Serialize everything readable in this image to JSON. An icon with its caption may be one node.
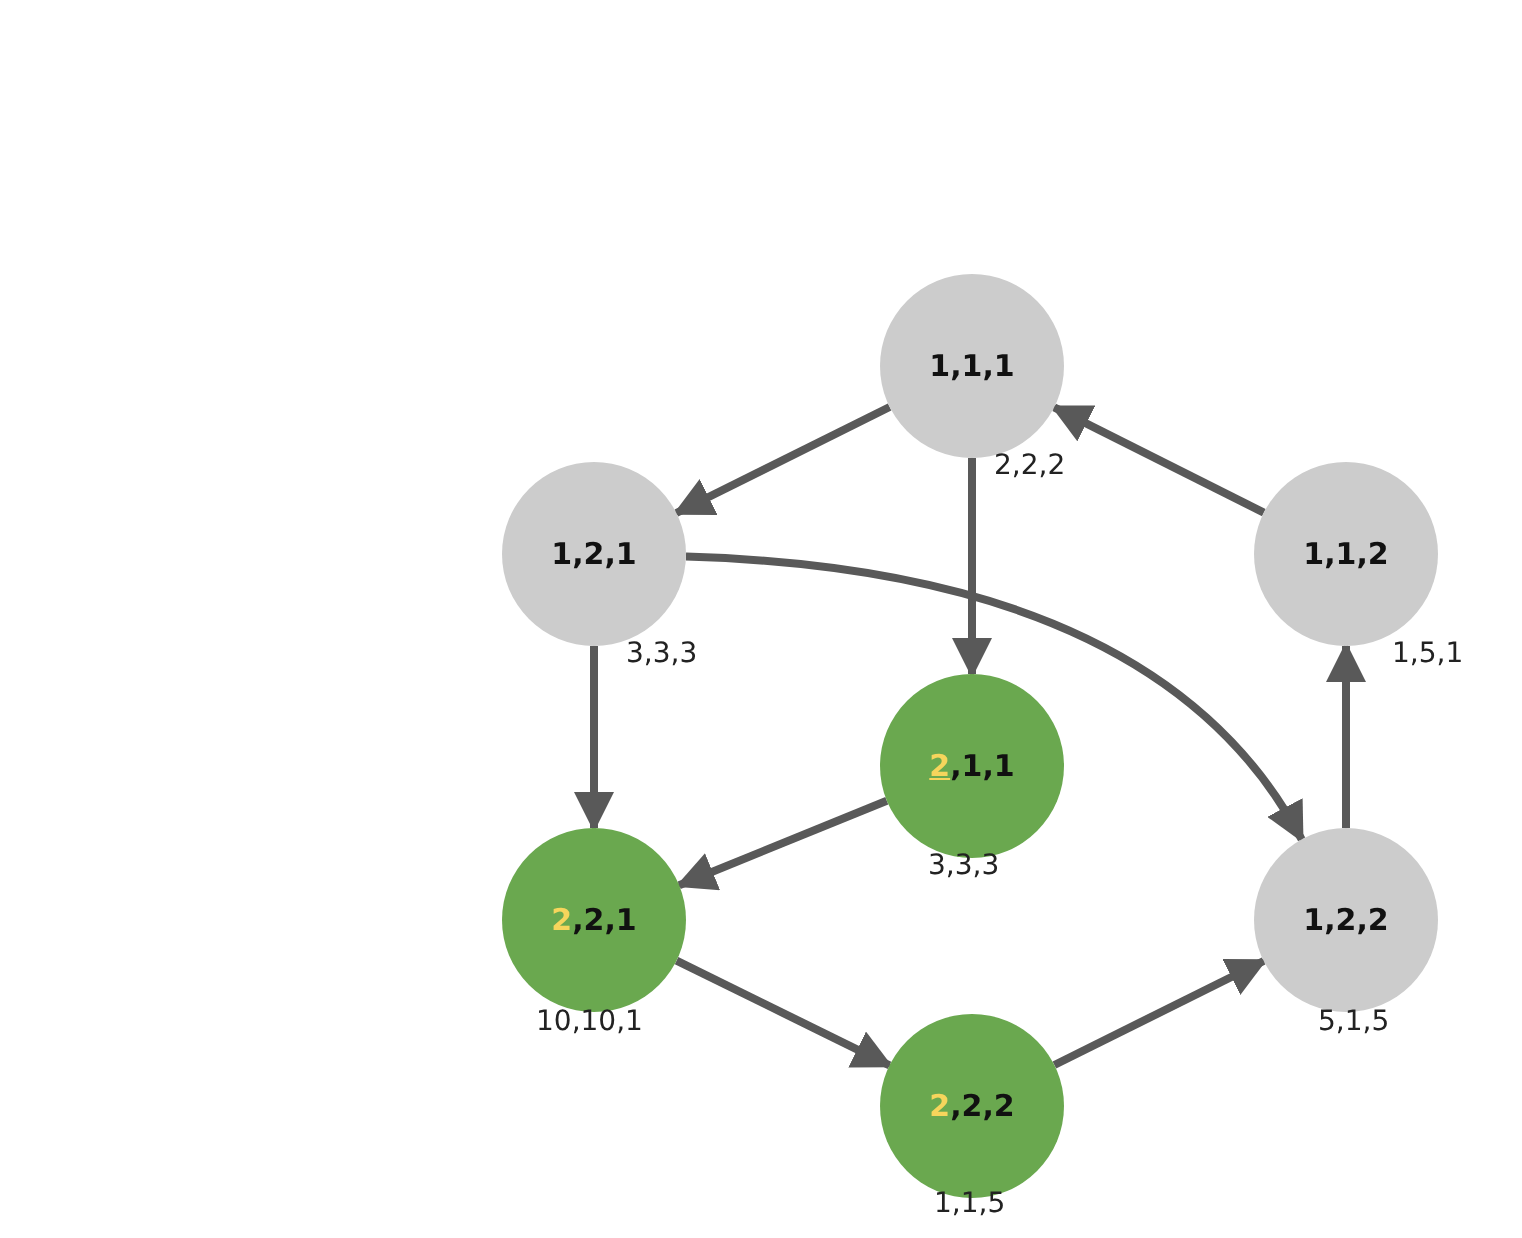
{
  "diagram": {
    "nodes": [
      {
        "text": [
          "1,1,1"
        ],
        "beside": [
          "2,2,2"
        ]
      },
      {
        "text": [
          "1,2,1"
        ],
        "beside": [
          "3,3,3"
        ]
      },
      {
        "text": [
          "1,1,2"
        ],
        "beside": [
          "1,5,1"
        ]
      },
      {
        "text": [
          "2",
          ",1,1"
        ],
        "beside": [
          "3,3,3"
        ]
      },
      {
        "text": [
          "2",
          ",2,1"
        ],
        "beside": [
          "10,10,1"
        ]
      },
      {
        "text": [
          "1,2,2"
        ],
        "beside": [
          "5,1,5"
        ]
      },
      {
        "text": [
          "2",
          ",2,2"
        ],
        "beside": [
          "1,1,5"
        ]
      }
    ],
    "edges": [
      {
        "from": 0,
        "to": 1,
        "arrow": "to"
      },
      {
        "from": 0,
        "to": 3,
        "arrow": "to"
      },
      {
        "from": 1,
        "to": 4,
        "arrow": "to"
      },
      {
        "from": 1,
        "to": 5,
        "arrow": "to"
      },
      {
        "from": 3,
        "to": 4,
        "arrow": "to"
      },
      {
        "from": 4,
        "to": 6,
        "arrow": "to"
      },
      {
        "from": 6,
        "to": 5,
        "arrow": "to"
      },
      {
        "from": 5,
        "to": 2,
        "arrow": "to"
      },
      {
        "from": 2,
        "to": 0,
        "arrow": "to"
      }
    ]
  }
}
